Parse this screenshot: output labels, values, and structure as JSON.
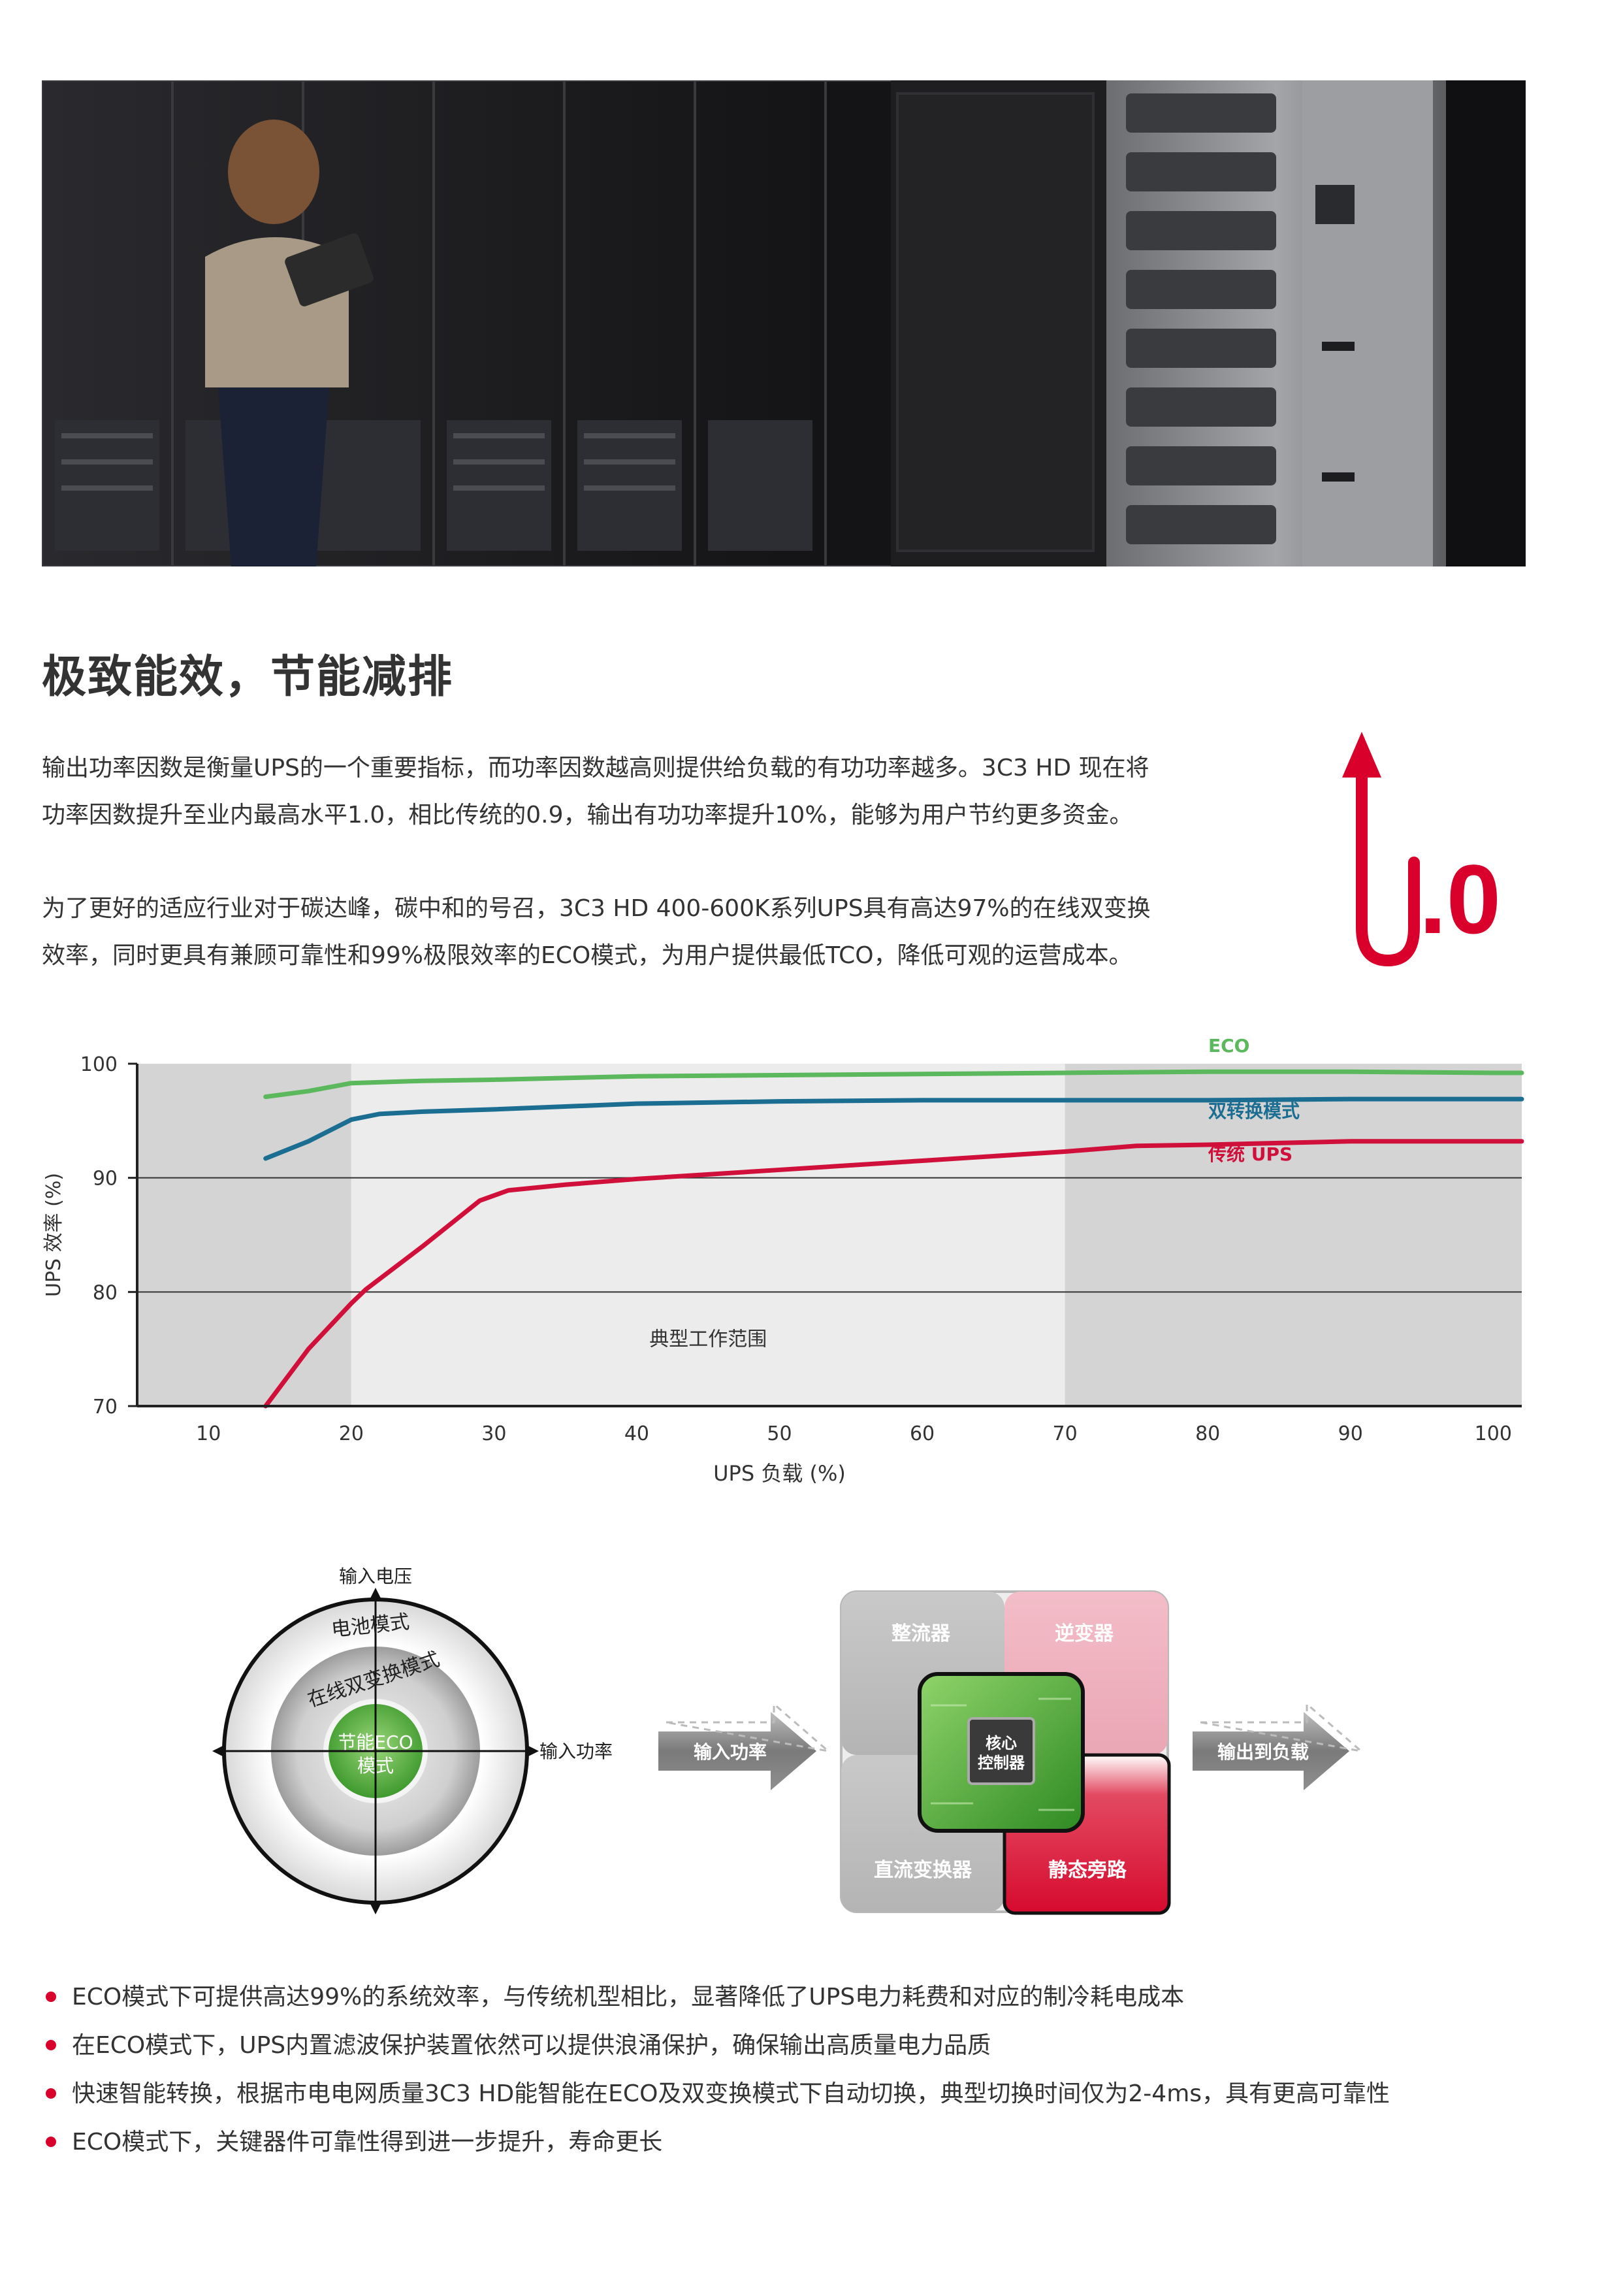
{
  "page": {
    "title": "极致能效，节能减排",
    "paragraphs": [
      [
        "输出功率因数是衡量UPS的一个重要指标，而功率因数越高则提供给负载的有功功率越多。3C3 HD 现在将",
        "功率因数提升至业内最高水平1.0，相比传统的0.9，输出有功功率提升10%，能够为用户节约更多资金。"
      ],
      [
        "为了更好的适应行业对于碳达峰，碳中和的号召，3C3 HD 400-600K系列UPS具有高达97%的在线双变换",
        "效率，同时更具有兼顾可靠性和99%极限效率的ECO模式，为用户提供最低TCO，降低可观的运营成本。"
      ]
    ],
    "big_number": ".0",
    "accent_color": "#d9002b",
    "bullets": [
      "ECO模式下可提供高达99%的系统效率，与传统机型相比，显著降低了UPS电力耗费和对应的制冷耗电成本",
      "在ECO模式下，UPS内置滤波保护装置依然可以提供浪涌保护，确保输出高质量电力品质",
      "快速智能转换，根据市电电网质量3C3 HD能智能在ECO及双变换模式下自动切换，典型切换时间仅为2-4ms，具有更高可靠性",
      "ECO模式下，关键器件可靠性得到进一步提升，寿命更长"
    ]
  },
  "chart_data": {
    "type": "line",
    "xlabel": "UPS 负载 (%)",
    "ylabel": "UPS 效率 (%)",
    "xlim": [
      5,
      102
    ],
    "ylim": [
      70,
      100
    ],
    "x_ticks": [
      10,
      20,
      30,
      40,
      50,
      60,
      70,
      80,
      90,
      100
    ],
    "y_ticks": [
      70,
      80,
      90,
      100
    ],
    "grid": "horizontal at 80 and 90",
    "shaded_regions": [
      {
        "from": 5,
        "to": 20,
        "shade": "dark"
      },
      {
        "from": 20,
        "to": 70,
        "shade": "light",
        "label": "典型工作范围"
      },
      {
        "from": 70,
        "to": 102,
        "shade": "dark"
      }
    ],
    "series": [
      {
        "name": "ECO",
        "color": "#5cb85c",
        "x": [
          14,
          17,
          20,
          25,
          30,
          40,
          50,
          60,
          70,
          80,
          90,
          100,
          102
        ],
        "y": [
          97.1,
          97.6,
          98.3,
          98.5,
          98.6,
          98.9,
          99.0,
          99.1,
          99.2,
          99.3,
          99.3,
          99.2,
          99.2
        ]
      },
      {
        "name": "双转换模式",
        "color": "#1b6e92",
        "x": [
          14,
          17,
          20,
          22,
          25,
          30,
          40,
          50,
          60,
          70,
          80,
          90,
          100,
          102
        ],
        "y": [
          91.7,
          93.2,
          95.1,
          95.6,
          95.8,
          96.0,
          96.5,
          96.7,
          96.8,
          96.8,
          96.8,
          96.9,
          96.9,
          96.9
        ]
      },
      {
        "name": "传统 UPS",
        "color": "#d0103a",
        "x": [
          14,
          17,
          20,
          21,
          25,
          29,
          31,
          35,
          40,
          50,
          60,
          70,
          75,
          80,
          90,
          100,
          102
        ],
        "y": [
          70.0,
          75.0,
          79.0,
          80.2,
          84.0,
          88.0,
          88.9,
          89.4,
          89.9,
          90.7,
          91.5,
          92.3,
          92.8,
          92.9,
          93.2,
          93.2,
          93.2
        ]
      }
    ]
  },
  "mode_diagram": {
    "axis_y_label": "输入电压",
    "axis_x_label": "输入功率",
    "outer_label": "电池模式",
    "middle_label": "在线双变换模式",
    "inner_label_1": "节能ECO",
    "inner_label_2": "模式"
  },
  "block_diagram": {
    "input_arrow": "输入功率",
    "output_arrow": "输出到负载",
    "rectifier": "整流器",
    "inverter": "逆变器",
    "dc_converter": "直流变换器",
    "static_bypass": "静态旁路",
    "core_1": "核心",
    "core_2": "控制器"
  }
}
